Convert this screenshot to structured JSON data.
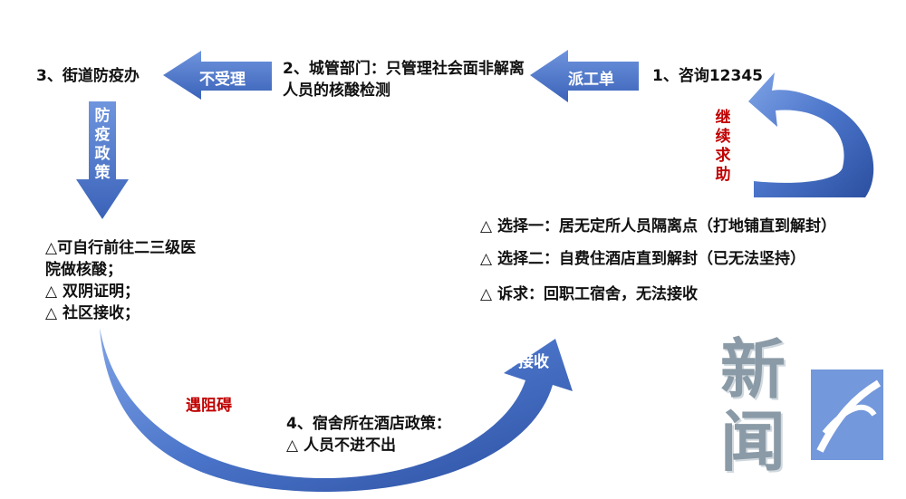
{
  "colors": {
    "arrow": "#4a74c9",
    "arrow_dark": "#2b4fa0",
    "arrow_light": "#8fb0ea",
    "alert": "#c00000"
  },
  "nodes": {
    "step1": "1、咨询12345",
    "step2": "2、城管部门：只管理社会面非解离人员的核酸检测",
    "step3": "3、街道防疫办",
    "step4_title": "4、宿舍所在酒店政策：",
    "step4_item": "△ 人员不进不出"
  },
  "arrows": {
    "dispatch": "派工单",
    "reject": "不受理",
    "policy": "防疫政策",
    "blocked": "遇阻碍",
    "not_accept": "不接收",
    "keep_seeking": "继续求助"
  },
  "policy_items": [
    "△可自行前往二三级医院做核酸；",
    "△ 双阴证明；",
    "△ 社区接收；"
  ],
  "options": [
    "△ 选择一：居无定所人员隔离点（打地铺直到解封）",
    "△ 选择二：自费住酒店直到解封（已无法坚持）",
    "△ 诉求：回职工宿舍，无法接收"
  ],
  "logo": {
    "text": "新闻",
    "icon": "logo-mark-icon"
  }
}
